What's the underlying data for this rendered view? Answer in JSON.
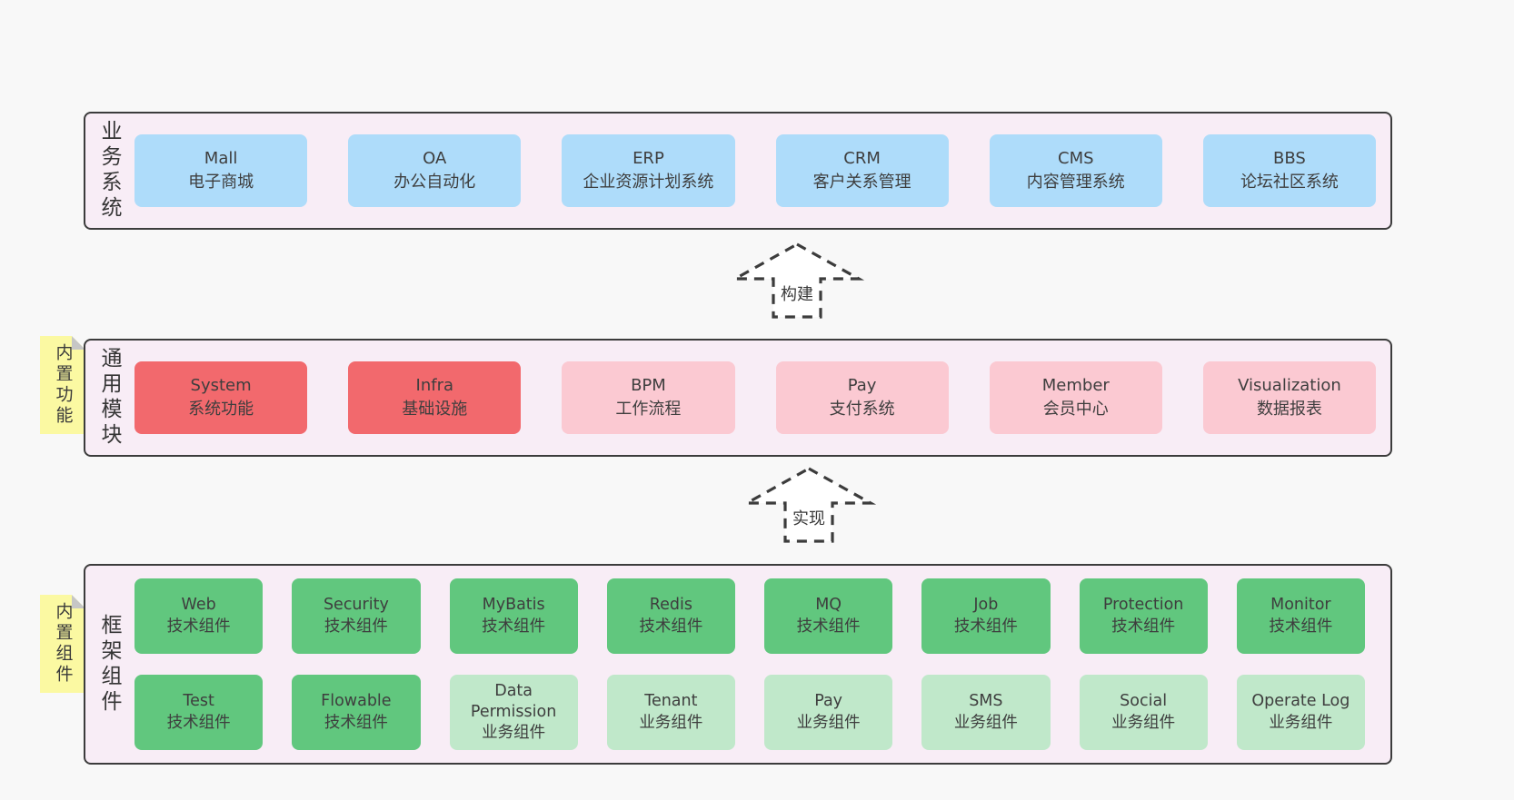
{
  "colors": {
    "page_bg": "#f8f8f8",
    "band_bg": "#f8edf6",
    "border": "#3c3c3c",
    "blue": "#aedcfa",
    "red": "#f2696d",
    "pink": "#fbc9d2",
    "green": "#61c77e",
    "green_light": "#c0e8ca",
    "yellow": "#fbf9a2",
    "fold_gray": "#c6c6c6",
    "text": "#3e3e3e"
  },
  "bands": [
    {
      "side_label": "业务系统",
      "rows": [
        [
          {
            "title": "Mall",
            "subtitle": "电子商城",
            "variant": "blue"
          },
          {
            "title": "OA",
            "subtitle": "办公自动化",
            "variant": "blue"
          },
          {
            "title": "ERP",
            "subtitle": "企业资源计划系统",
            "variant": "blue"
          },
          {
            "title": "CRM",
            "subtitle": "客户关系管理",
            "variant": "blue"
          },
          {
            "title": "CMS",
            "subtitle": "内容管理系统",
            "variant": "blue"
          },
          {
            "title": "BBS",
            "subtitle": "论坛社区系统",
            "variant": "blue"
          }
        ]
      ]
    },
    {
      "side_label": "通用模块",
      "sticky_note": "内置功能",
      "rows": [
        [
          {
            "title": "System",
            "subtitle": "系统功能",
            "variant": "red"
          },
          {
            "title": "Infra",
            "subtitle": "基础设施",
            "variant": "red"
          },
          {
            "title": "BPM",
            "subtitle": "工作流程",
            "variant": "pink"
          },
          {
            "title": "Pay",
            "subtitle": "支付系统",
            "variant": "pink"
          },
          {
            "title": "Member",
            "subtitle": "会员中心",
            "variant": "pink"
          },
          {
            "title": "Visualization",
            "subtitle": "数据报表",
            "variant": "pink"
          }
        ]
      ]
    },
    {
      "side_label": "框架组件",
      "sticky_note": "内置组件",
      "rows": [
        [
          {
            "title": "Web",
            "subtitle": "技术组件",
            "variant": "green"
          },
          {
            "title": "Security",
            "subtitle": "技术组件",
            "variant": "green"
          },
          {
            "title": "MyBatis",
            "subtitle": "技术组件",
            "variant": "green"
          },
          {
            "title": "Redis",
            "subtitle": "技术组件",
            "variant": "green"
          },
          {
            "title": "MQ",
            "subtitle": "技术组件",
            "variant": "green"
          },
          {
            "title": "Job",
            "subtitle": "技术组件",
            "variant": "green"
          },
          {
            "title": "Protection",
            "subtitle": "技术组件",
            "variant": "green"
          },
          {
            "title": "Monitor",
            "subtitle": "技术组件",
            "variant": "green"
          }
        ],
        [
          {
            "title": "Test",
            "subtitle": "技术组件",
            "variant": "green"
          },
          {
            "title": "Flowable",
            "subtitle": "技术组件",
            "variant": "green"
          },
          {
            "title": "Data Permission",
            "subtitle": "业务组件",
            "variant": "green-light"
          },
          {
            "title": "Tenant",
            "subtitle": "业务组件",
            "variant": "green-light"
          },
          {
            "title": "Pay",
            "subtitle": "业务组件",
            "variant": "green-light"
          },
          {
            "title": "SMS",
            "subtitle": "业务组件",
            "variant": "green-light"
          },
          {
            "title": "Social",
            "subtitle": "业务组件",
            "variant": "green-light"
          },
          {
            "title": "Operate Log",
            "subtitle": "业务组件",
            "variant": "green-light"
          }
        ]
      ]
    }
  ],
  "arrows": [
    {
      "label": "构建"
    },
    {
      "label": "实现"
    }
  ]
}
